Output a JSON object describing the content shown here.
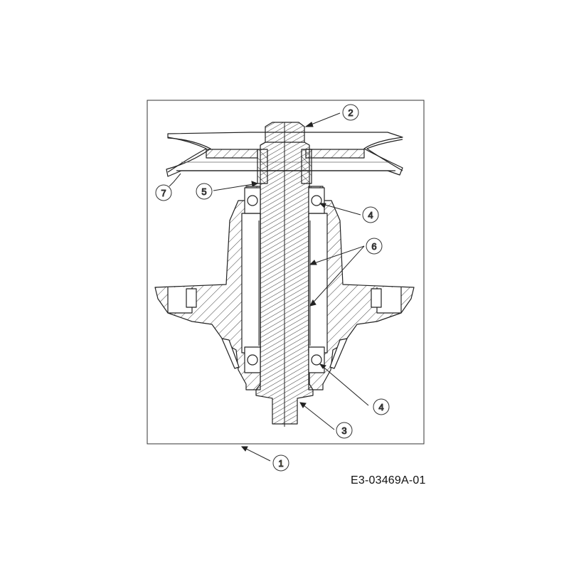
{
  "diagram": {
    "callouts": [
      {
        "id": "callout-1",
        "label": "1",
        "highlight": true
      },
      {
        "id": "callout-2",
        "label": "2",
        "highlight": false
      },
      {
        "id": "callout-3",
        "label": "3",
        "highlight": false
      },
      {
        "id": "callout-4a",
        "label": "4",
        "highlight": false
      },
      {
        "id": "callout-4b",
        "label": "4",
        "highlight": false
      },
      {
        "id": "callout-5",
        "label": "5",
        "highlight": false
      },
      {
        "id": "callout-6",
        "label": "6",
        "highlight": false
      },
      {
        "id": "callout-7",
        "label": "7",
        "highlight": false
      }
    ],
    "drawing_code": "E3-03469A-01",
    "colors": {
      "line": "#222222",
      "hatch": "#444444",
      "callout_highlight": "#e6d200"
    }
  }
}
